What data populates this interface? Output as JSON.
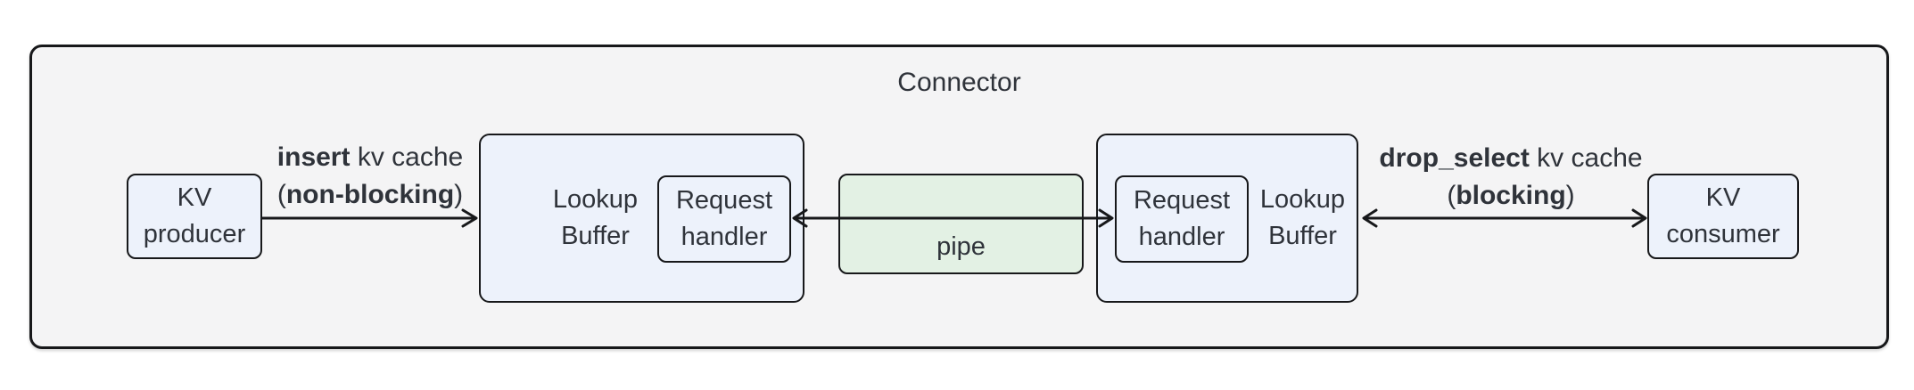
{
  "title": "Connector",
  "nodes": {
    "kv_producer": {
      "line1": "KV",
      "line2": "producer"
    },
    "lookup_buffer_left": {
      "line1": "Lookup",
      "line2": "Buffer"
    },
    "request_handler_left": {
      "line1": "Request",
      "line2": "handler"
    },
    "pipe": {
      "label": "pipe"
    },
    "request_handler_right": {
      "line1": "Request",
      "line2": "handler"
    },
    "lookup_buffer_right": {
      "line1": "Lookup",
      "line2": "Buffer"
    },
    "kv_consumer": {
      "line1": "KV",
      "line2": "consumer"
    }
  },
  "edges": {
    "insert": {
      "op": "insert",
      "suffix": " kv cache",
      "open_paren": "(",
      "mode": "non-blocking",
      "close_paren": ")"
    },
    "drop_select": {
      "op": "drop_select",
      "suffix": " kv cache",
      "open_paren": "(",
      "mode": "blocking",
      "close_paren": ")"
    }
  },
  "colors": {
    "node_fill": "#edf2fb",
    "pipe_fill": "#e3f1e4",
    "container_fill": "#f4f4f5",
    "border": "#17181a",
    "text": "#2f333a"
  }
}
